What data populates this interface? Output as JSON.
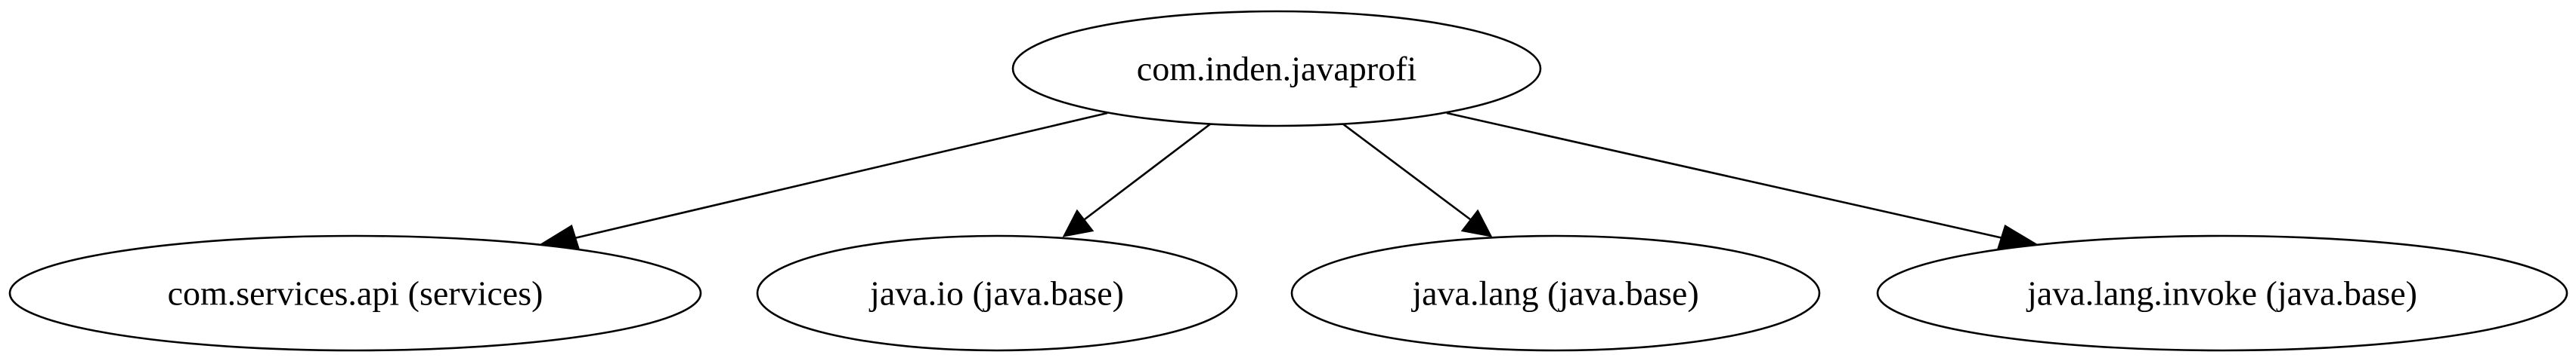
{
  "graph": {
    "root": "com.inden.javaprofi",
    "dependencies": [
      "com.services.api (services)",
      "java.io (java.base)",
      "java.lang (java.base)",
      "java.lang.invoke (java.base)"
    ]
  }
}
